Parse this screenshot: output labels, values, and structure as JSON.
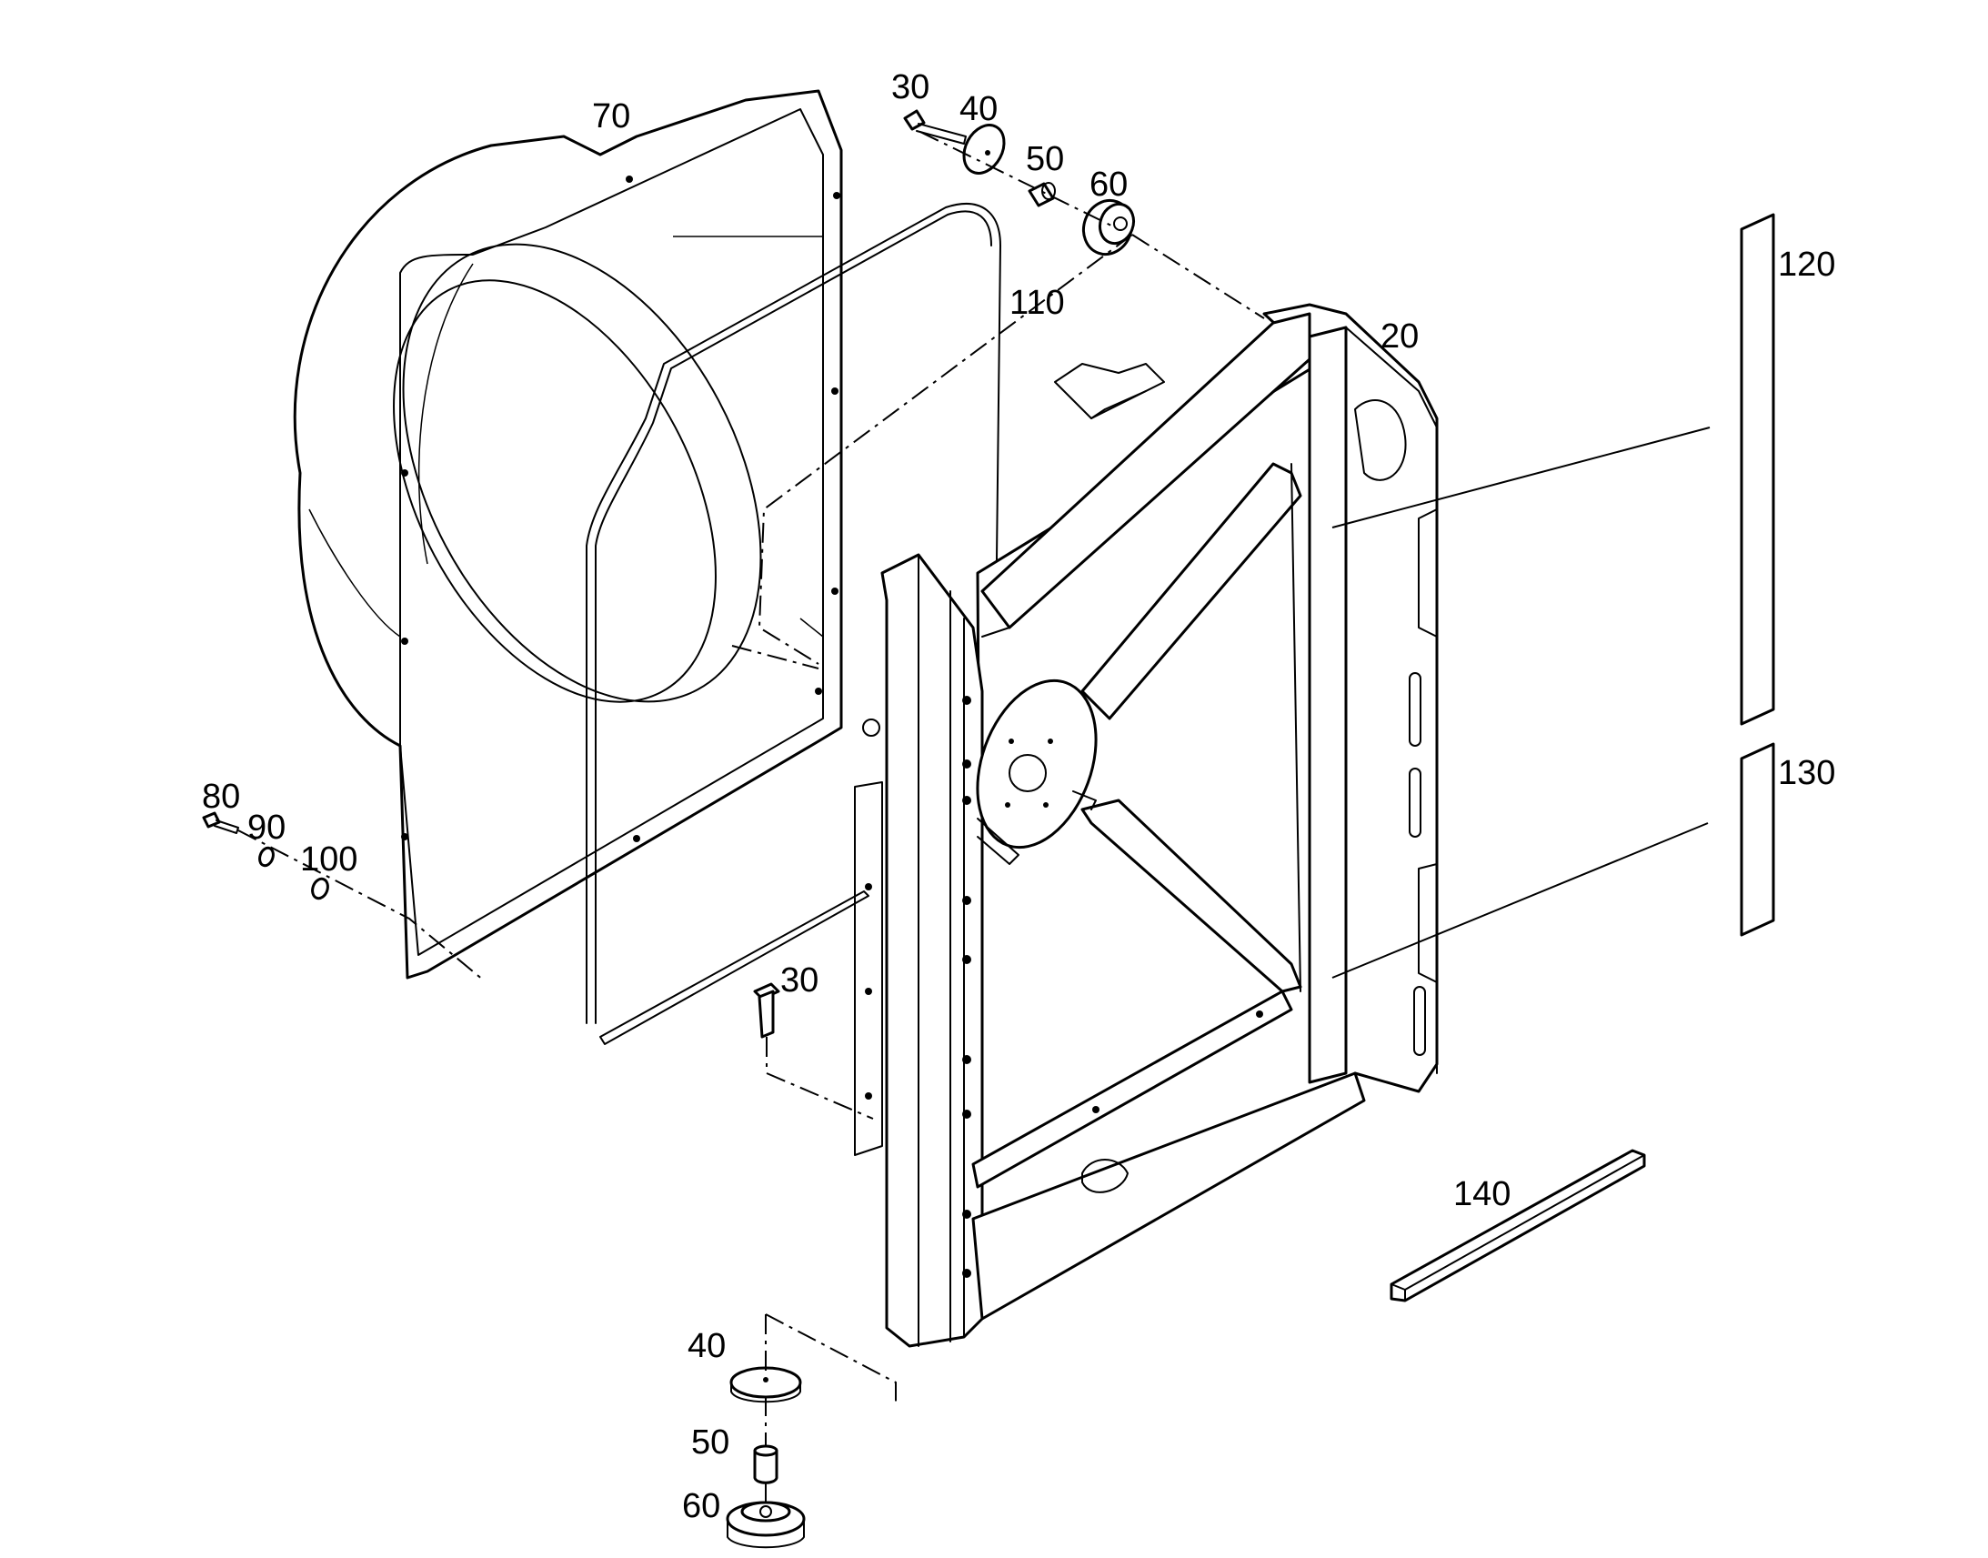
{
  "callouts": {
    "c70": "70",
    "c30_top": "30",
    "c40_top": "40",
    "c50_top": "50",
    "c60_top": "60",
    "c110": "110",
    "c20": "20",
    "c120": "120",
    "c130": "130",
    "c80": "80",
    "c90": "90",
    "c100": "100",
    "c30_bottom": "30",
    "c140": "140",
    "c40_bottom": "40",
    "c50_bottom": "50",
    "c60_bottom": "60"
  },
  "colors": {
    "line": "#000000",
    "background": "#ffffff"
  }
}
